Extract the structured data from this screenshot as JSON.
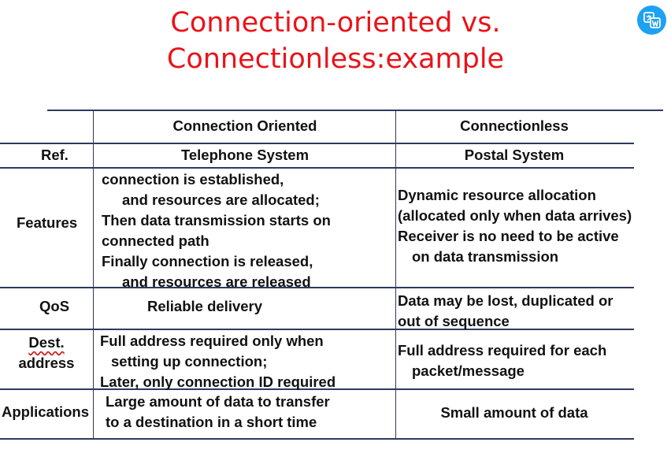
{
  "title": {
    "line1": "Connection-oriented vs.",
    "line2": "Connectionless:example"
  },
  "table": {
    "headers": [
      "",
      "Connection Oriented",
      "Connectionless"
    ],
    "rows": [
      {
        "label": [
          "Ref."
        ],
        "oriented": [
          "Telephone System"
        ],
        "connectionless": [
          "Postal System"
        ]
      },
      {
        "label": [
          "Features"
        ],
        "oriented": [
          "connection is established,",
          "and resources are allocated;",
          "Then data transmission starts on",
          "connected path",
          "Finally connection is released,",
          "and resources are released"
        ],
        "connectionless": [
          "Dynamic resource allocation",
          "(allocated only when data arrives)",
          "Receiver is no need to be active",
          "on data transmission"
        ]
      },
      {
        "label": [
          "QoS"
        ],
        "oriented": [
          "Reliable delivery"
        ],
        "connectionless": [
          "Data may be lost, duplicated or",
          "out of sequence"
        ]
      },
      {
        "label": [
          "Dest.",
          "address"
        ],
        "oriented": [
          "Full address required only when",
          "setting up connection;",
          "Later, only connection ID required"
        ],
        "connectionless": [
          "Full address required for each",
          "packet/message"
        ]
      },
      {
        "label": [
          "Applications"
        ],
        "oriented": [
          "Large amount of data to transfer",
          "to a destination in a short time"
        ],
        "connectionless": [
          "Small amount of data"
        ]
      }
    ]
  },
  "icons": {
    "translate": "translate-icon",
    "accent": "#1da1f2"
  }
}
